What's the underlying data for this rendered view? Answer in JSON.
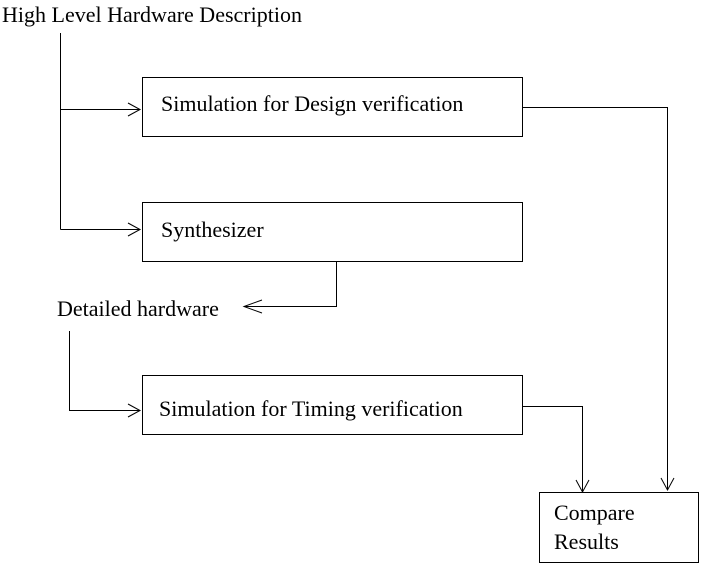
{
  "diagram": {
    "nodes": {
      "high_level": {
        "label": "High Level Hardware Description"
      },
      "sim_design": {
        "label": "Simulation for Design verification"
      },
      "synthesizer": {
        "label": "Synthesizer"
      },
      "detailed_hw": {
        "label": "Detailed hardware"
      },
      "sim_timing": {
        "label": "Simulation for Timing verification"
      },
      "compare": {
        "label_line1": "Compare",
        "label_line2": "Results"
      }
    },
    "edges": [
      {
        "from": "High Level Hardware Description",
        "to": "Simulation for Design verification"
      },
      {
        "from": "High Level Hardware Description",
        "to": "Synthesizer"
      },
      {
        "from": "Synthesizer",
        "to": "Detailed hardware"
      },
      {
        "from": "Detailed hardware",
        "to": "Simulation for Timing verification"
      },
      {
        "from": "Simulation for Design verification",
        "to": "Compare Results"
      },
      {
        "from": "Simulation for Timing verification",
        "to": "Compare Results"
      }
    ]
  }
}
